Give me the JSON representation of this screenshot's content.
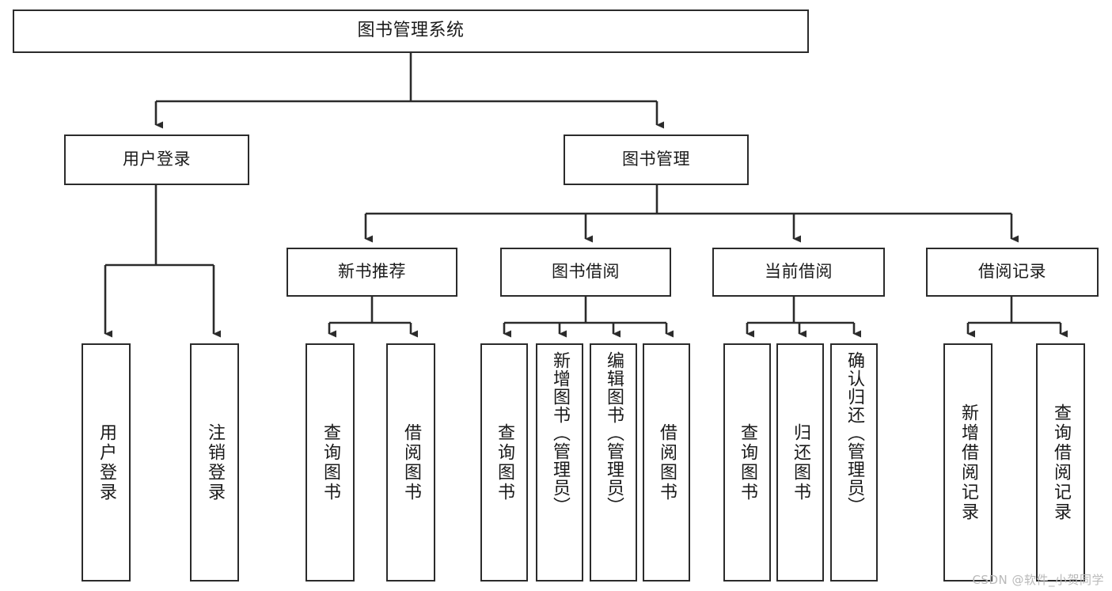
{
  "diagram": {
    "type": "tree-hierarchy",
    "title": "图书管理系统",
    "root": {
      "label": "图书管理系统"
    },
    "level1": [
      {
        "label": "用户登录"
      },
      {
        "label": "图书管理"
      }
    ],
    "level2": [
      {
        "label": "新书推荐"
      },
      {
        "label": "图书借阅"
      },
      {
        "label": "当前借阅"
      },
      {
        "label": "借阅记录"
      }
    ],
    "leaves": {
      "user_login": [
        {
          "label": "用户登录"
        },
        {
          "label": "注销登录"
        }
      ],
      "new_book_recommend": [
        {
          "label": "查询图书"
        },
        {
          "label": "借阅图书"
        }
      ],
      "book_borrow": [
        {
          "label": "查询图书"
        },
        {
          "label": "新增图书（管理员）"
        },
        {
          "label": "编辑图书（管理员）"
        },
        {
          "label": "借阅图书"
        }
      ],
      "current_borrow": [
        {
          "label": "查询图书"
        },
        {
          "label": "归还图书"
        },
        {
          "label": "确认归还（管理员）"
        }
      ],
      "borrow_record": [
        {
          "label": "新增借阅记录"
        },
        {
          "label": "查询借阅记录"
        }
      ]
    }
  },
  "watermark": {
    "text": "CSDN @软件_小贺同学"
  },
  "colors": {
    "box_border": "#2b2b2b",
    "box_fill": "#ffffff",
    "text": "#1a1a1a",
    "connector": "#2b2b2b",
    "watermark": "#b9b9b9",
    "background": "#ffffff"
  }
}
